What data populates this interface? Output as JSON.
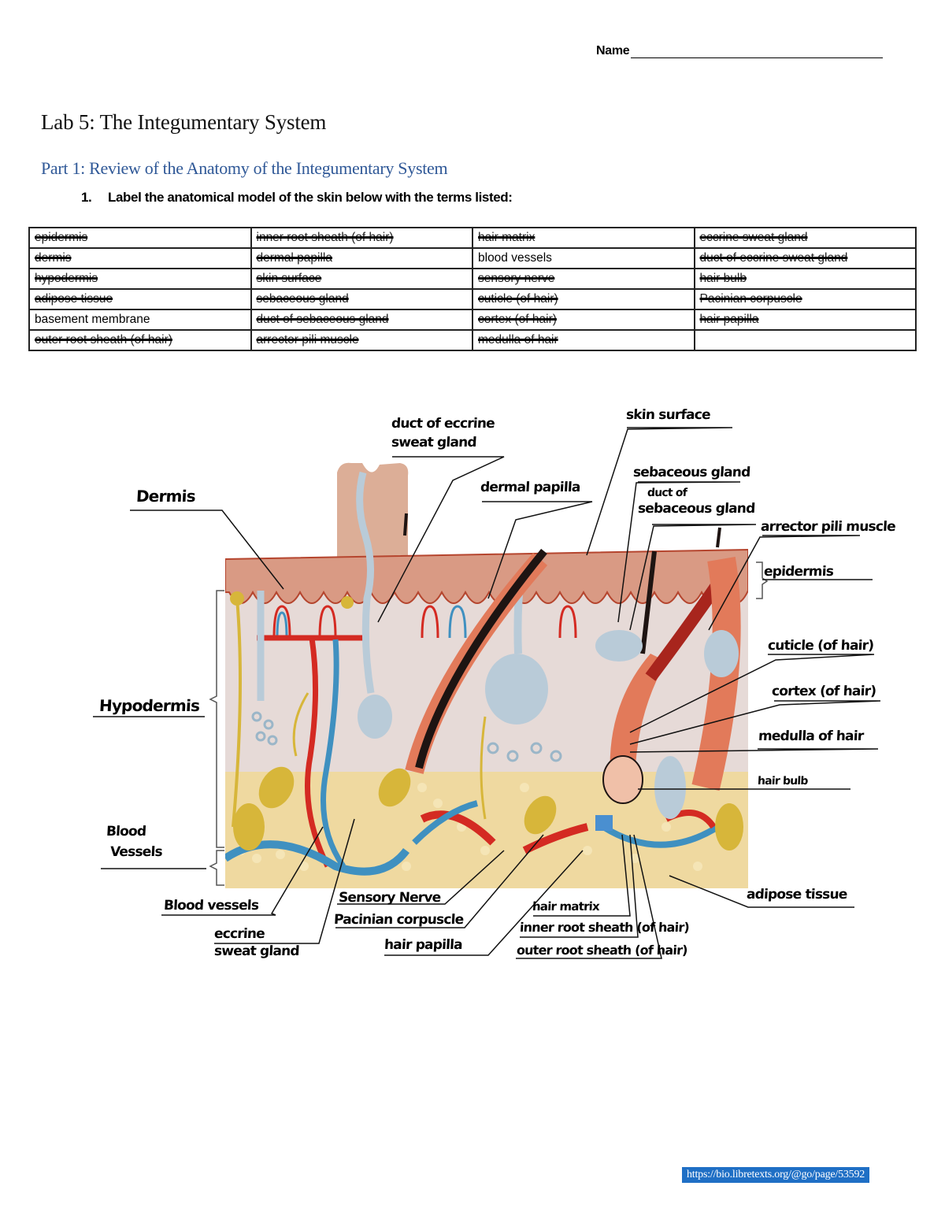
{
  "header": {
    "name_label": "Name",
    "lab_title": "Lab 5: The Integumentary System",
    "part_title": "Part 1: Review of the Anatomy of the Integumentary System",
    "instruction_number": "1.",
    "instruction_text": "Label the anatomical model of the skin below with the terms listed:"
  },
  "terms_table": {
    "rows": [
      [
        {
          "text": "epidermis",
          "struck": true
        },
        {
          "text": "inner root sheath (of hair)",
          "struck": true
        },
        {
          "text": "hair matrix",
          "struck": true
        },
        {
          "text": "eccrine sweat gland",
          "struck": true
        }
      ],
      [
        {
          "text": "dermis",
          "struck": true
        },
        {
          "text": "dermal papilla",
          "struck": true
        },
        {
          "text": "blood vessels",
          "struck": false
        },
        {
          "text": "duct of eccrine sweat gland",
          "struck": true
        }
      ],
      [
        {
          "text": "hypodermis",
          "struck": true
        },
        {
          "text": "skin surface",
          "struck": true
        },
        {
          "text": "sensory nerve",
          "struck": true
        },
        {
          "text": "hair bulb",
          "struck": true
        }
      ],
      [
        {
          "text": "adipose tissue",
          "struck": true
        },
        {
          "text": "sebaceous gland",
          "struck": true
        },
        {
          "text": "cuticle (of hair)",
          "struck": true
        },
        {
          "text": "Pacinian corpuscle",
          "struck": true
        }
      ],
      [
        {
          "text": "basement membrane",
          "struck": false
        },
        {
          "text": "duct of sebaceous gland",
          "struck": true
        },
        {
          "text": "cortex (of hair)",
          "struck": true
        },
        {
          "text": "hair papilla",
          "struck": true
        }
      ],
      [
        {
          "text": "outer root sheath (of hair)",
          "struck": true
        },
        {
          "text": "arrector pili muscle",
          "struck": true
        },
        {
          "text": "medulla of hair",
          "struck": true
        },
        {
          "text": "",
          "struck": false
        }
      ]
    ]
  },
  "diagram": {
    "labels": {
      "dermis": "Dermis",
      "duct_eccrine_1": "duct of eccrine",
      "duct_eccrine_2": "sweat gland",
      "dermal_papilla": "dermal papilla",
      "skin_surface": "skin surface",
      "sebaceous_gland": "sebaceous gland",
      "duct_sebaceous_1": "duct of",
      "duct_sebaceous_2": "sebaceous gland",
      "arrector_pili": "arrector pili muscle",
      "epidermis": "epidermis",
      "cuticle": "cuticle (of hair)",
      "cortex": "cortex (of hair)",
      "medulla": "medulla of hair",
      "hair_bulb": "hair bulb",
      "hypodermis": "Hypodermis",
      "blood_vessels_bracket_1": "Blood",
      "blood_vessels_bracket_2": "Vessels",
      "blood_vessels": "Blood vessels",
      "eccrine_1": "eccrine",
      "eccrine_2": "sweat gland",
      "sensory_nerve": "Sensory Nerve",
      "pacinian": "Pacinian corpuscle",
      "hair_papilla": "hair papilla",
      "hair_matrix": "hair matrix",
      "inner_root": "inner root sheath (of hair)",
      "outer_root": "outer root sheath (of hair)",
      "adipose": "adipose tissue"
    },
    "colors": {
      "epidermis": "#d99a84",
      "dermis": "#e8dcd8",
      "adipose": "#efd9a0",
      "artery": "#d42a22",
      "vein": "#3f90c0",
      "gland": "#b9cbd8",
      "nerve": "#d7b63a",
      "hair": "#1e1412",
      "follicle": "#e27a5a"
    }
  },
  "footer": {
    "url": "https://bio.libretexts.org/@go/page/53592"
  }
}
